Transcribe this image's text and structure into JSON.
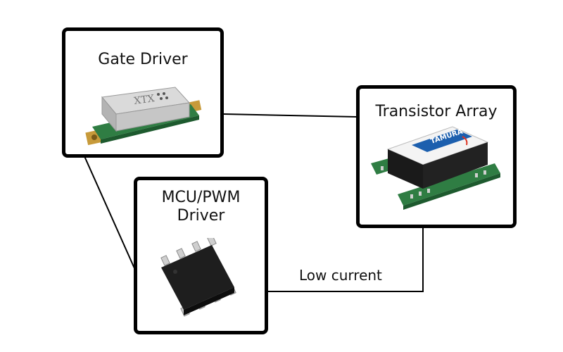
{
  "blocks": {
    "gate_driver": {
      "title": "Gate Driver"
    },
    "transistor_array": {
      "title": "Transistor Array",
      "logo_text": "TAMURA"
    },
    "mcu_pwm": {
      "title_line1": "MCU/PWM",
      "title_line2": "Driver"
    }
  },
  "connections": [
    {
      "from": "gate_driver",
      "to": "transistor_array",
      "label": ""
    },
    {
      "from": "gate_driver",
      "to": "mcu_pwm",
      "label": ""
    },
    {
      "from": "mcu_pwm",
      "to": "transistor_array",
      "label": "Low current"
    }
  ],
  "colors": {
    "border": "#000000",
    "pcb": "#2f7d43",
    "metal": "#c9c9c9",
    "chip": "#1e1e1e",
    "tamura_blue": "#1c5fae"
  }
}
